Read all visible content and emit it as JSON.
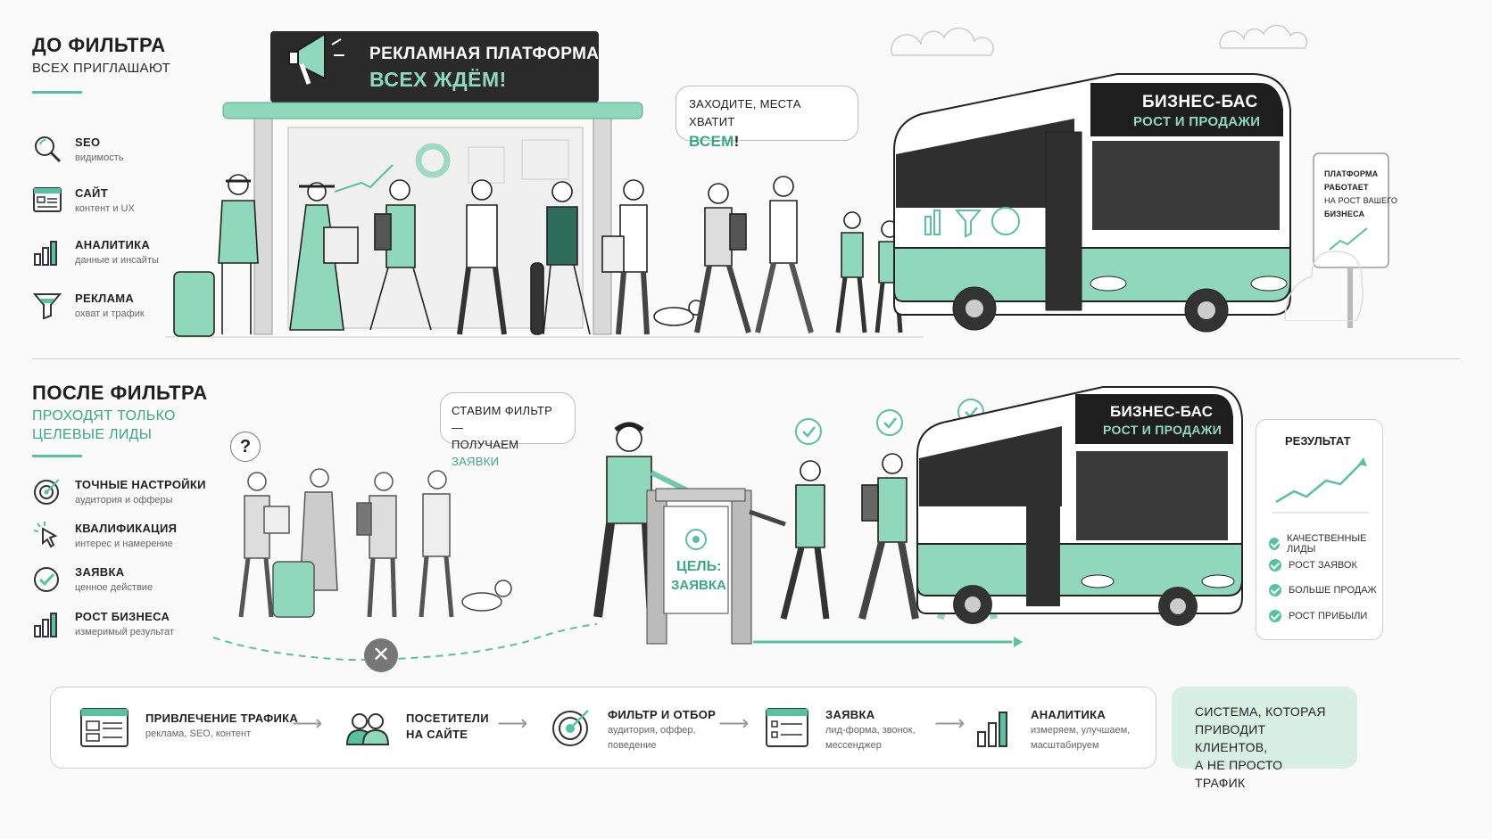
{
  "top": {
    "heading": "ДО ФИЛЬТРА",
    "subheading": "ВСЕХ ПРИГЛАШАЮТ",
    "items": [
      {
        "title": "SEO",
        "desc": "видимость",
        "icon": "search-icon"
      },
      {
        "title": "САЙТ",
        "desc": "контент и UX",
        "icon": "window-icon"
      },
      {
        "title": "АНАЛИТИКА",
        "desc": "данные и инсайты",
        "icon": "bar-chart-icon"
      },
      {
        "title": "РЕКЛАМА",
        "desc": "охват и трафик",
        "icon": "funnel-icon"
      }
    ],
    "billboard_line1": "РЕКЛАМНАЯ ПЛАТФОРМА",
    "billboard_line2": "ВСЕХ ЖДЁМ!",
    "bubble_line1": "ЗАХОДИТЕ, МЕСТА ХВАТИТ",
    "bubble_word": "ВСЕМ",
    "bubble_tail": "!",
    "bus_title": "БИЗНЕС-БАС",
    "bus_subtitle": "РОСТ И ПРОДАЖИ",
    "sign_lines": [
      "ПЛАТФОРМА",
      "РАБОТАЕТ",
      "НА РОСТ ВАШЕГО",
      "БИЗНЕСА"
    ]
  },
  "bottom": {
    "heading": "ПОСЛЕ ФИЛЬТРА",
    "subheading_1": "ПРОХОДЯТ ТОЛЬКО",
    "subheading_2": "ЦЕЛЕВЫЕ ЛИДЫ",
    "items": [
      {
        "title": "ТОЧНЫЕ НАСТРОЙКИ",
        "desc": "аудитория и офферы",
        "icon": "target-icon"
      },
      {
        "title": "КВАЛИФИКАЦИЯ",
        "desc": "интерес и намерение",
        "icon": "cursor-icon"
      },
      {
        "title": "ЗАЯВКА",
        "desc": "ценное действие",
        "icon": "check-circle-icon"
      },
      {
        "title": "РОСТ БИЗНЕСА",
        "desc": "измеримый результат",
        "icon": "bar-chart-icon"
      }
    ],
    "question_mark": "?",
    "bubble_line1": "СТАВИМ ФИЛЬТР —",
    "bubble_line2_a": "ПОЛУЧАЕМ ",
    "bubble_line2_b": "ЗАЯВКИ",
    "gate_label_1": "ЦЕЛЬ:",
    "gate_label_2": "ЗАЯВКА",
    "bus_title": "БИЗНЕС-БАС",
    "bus_subtitle": "РОСТ И ПРОДАЖИ",
    "result": {
      "title": "РЕЗУЛЬТАТ",
      "items": [
        "КАЧЕСТВЕННЫЕ ЛИДЫ",
        "РОСТ ЗАЯВОК",
        "БОЛЬШЕ ПРОДАЖ",
        "РОСТ ПРИБЫЛИ"
      ]
    }
  },
  "footer": {
    "steps": [
      {
        "title_1": "ПРИВЛЕЧЕНИЕ ТРАФИКА",
        "title_2": "",
        "desc_1": "реклама, SEO, контент",
        "desc_2": "",
        "icon": "window-icon"
      },
      {
        "title_1": "ПОСЕТИТЕЛИ",
        "title_2": "НА САЙТЕ",
        "desc_1": "",
        "desc_2": "",
        "icon": "users-icon"
      },
      {
        "title_1": "ФИЛЬТР И ОТБОР",
        "title_2": "",
        "desc_1": "аудитория, оффер,",
        "desc_2": "поведение",
        "icon": "target-icon"
      },
      {
        "title_1": "ЗАЯВКА",
        "title_2": "",
        "desc_1": "лид-форма, звонок,",
        "desc_2": "мессенджер",
        "icon": "form-icon"
      },
      {
        "title_1": "АНАЛИТИКА",
        "title_2": "",
        "desc_1": "измеряем, улучшаем,",
        "desc_2": "масштабируем",
        "icon": "bar-chart-icon"
      }
    ],
    "closing_1": "СИСТЕМА, КОТОРАЯ",
    "closing_2": "ПРИВОДИТ КЛИЕНТОВ,",
    "closing_3": "А НЕ ПРОСТО ТРАФИК"
  },
  "colors": {
    "accent": "#57c2a1",
    "accent_dark": "#3aa886",
    "dark": "#2a2a2a",
    "light_accent": "#d8efe6"
  }
}
